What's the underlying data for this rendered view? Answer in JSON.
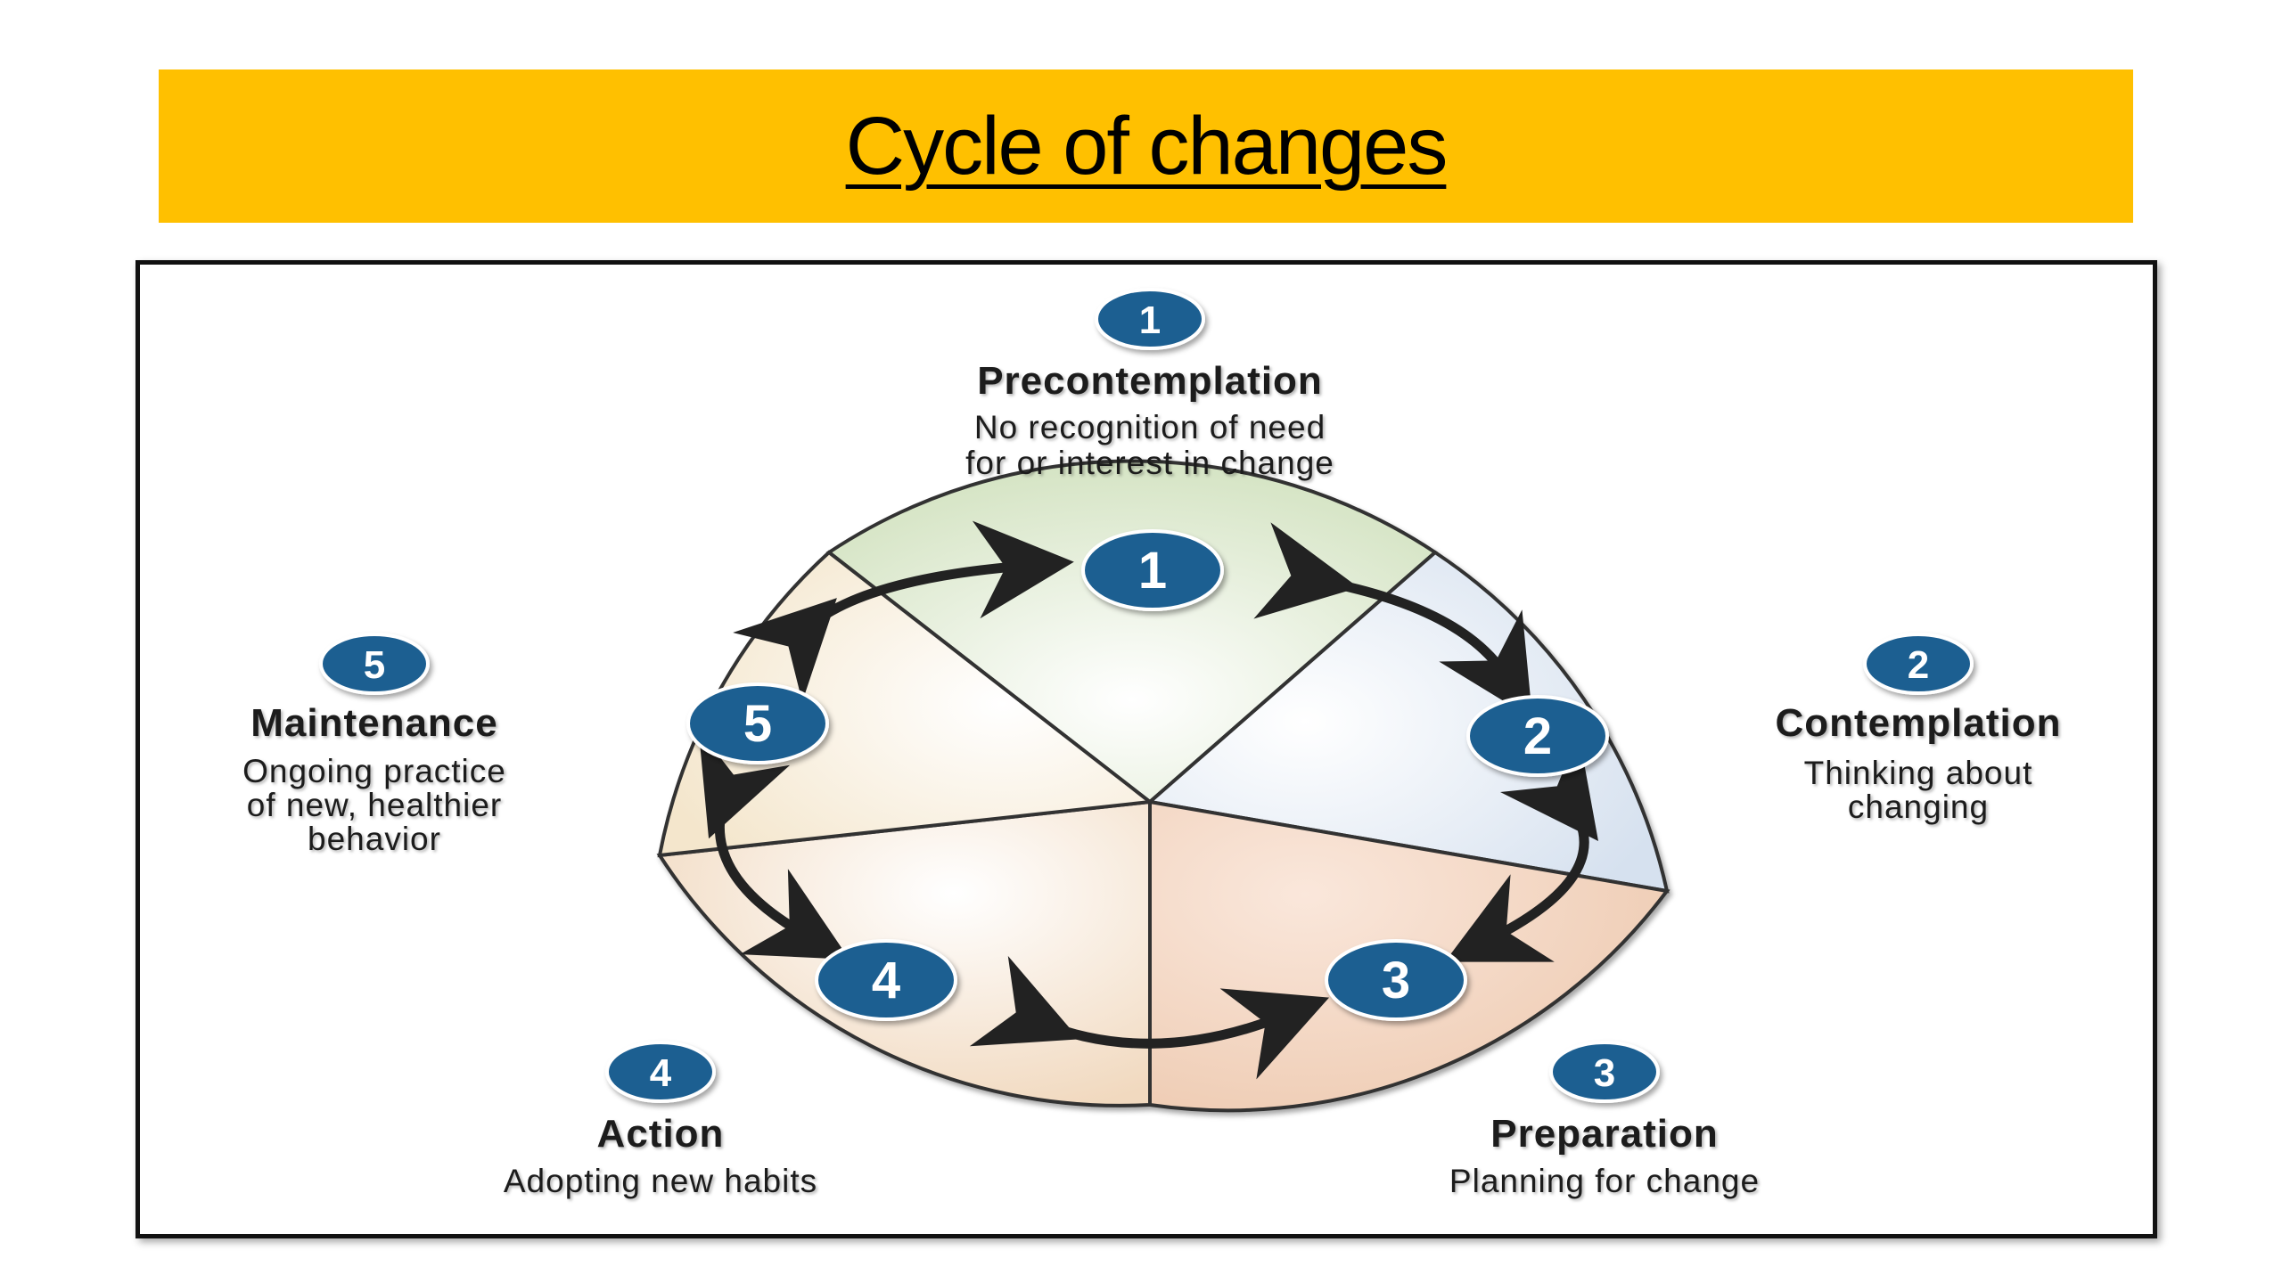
{
  "title": "Cycle of changes",
  "colors": {
    "title_bar": "#FFC000",
    "badge": "#1F5F91",
    "segment_1": "#DDE9CF",
    "segment_2": "#DCE6F1",
    "segment_3": "#F1D3BE",
    "segment_4": "#F3DEC8",
    "segment_5": "#F6EBD6"
  },
  "stages": [
    {
      "number": "1",
      "name": "Precontemplation",
      "description_lines": [
        "No recognition of need",
        "for or interest in change"
      ],
      "icon": "number-badge-icon"
    },
    {
      "number": "2",
      "name": "Contemplation",
      "description_lines": [
        "Thinking about",
        "changing"
      ],
      "icon": "number-badge-icon"
    },
    {
      "number": "3",
      "name": "Preparation",
      "description_lines": [
        "Planning for change"
      ],
      "icon": "number-badge-icon"
    },
    {
      "number": "4",
      "name": "Action",
      "description_lines": [
        "Adopting new habits"
      ],
      "icon": "number-badge-icon"
    },
    {
      "number": "5",
      "name": "Maintenance",
      "description_lines": [
        "Ongoing practice",
        "of new, healthier",
        "behavior"
      ],
      "icon": "number-badge-icon"
    }
  ],
  "cycle_arrows": "bidirectional-arrow-icon"
}
